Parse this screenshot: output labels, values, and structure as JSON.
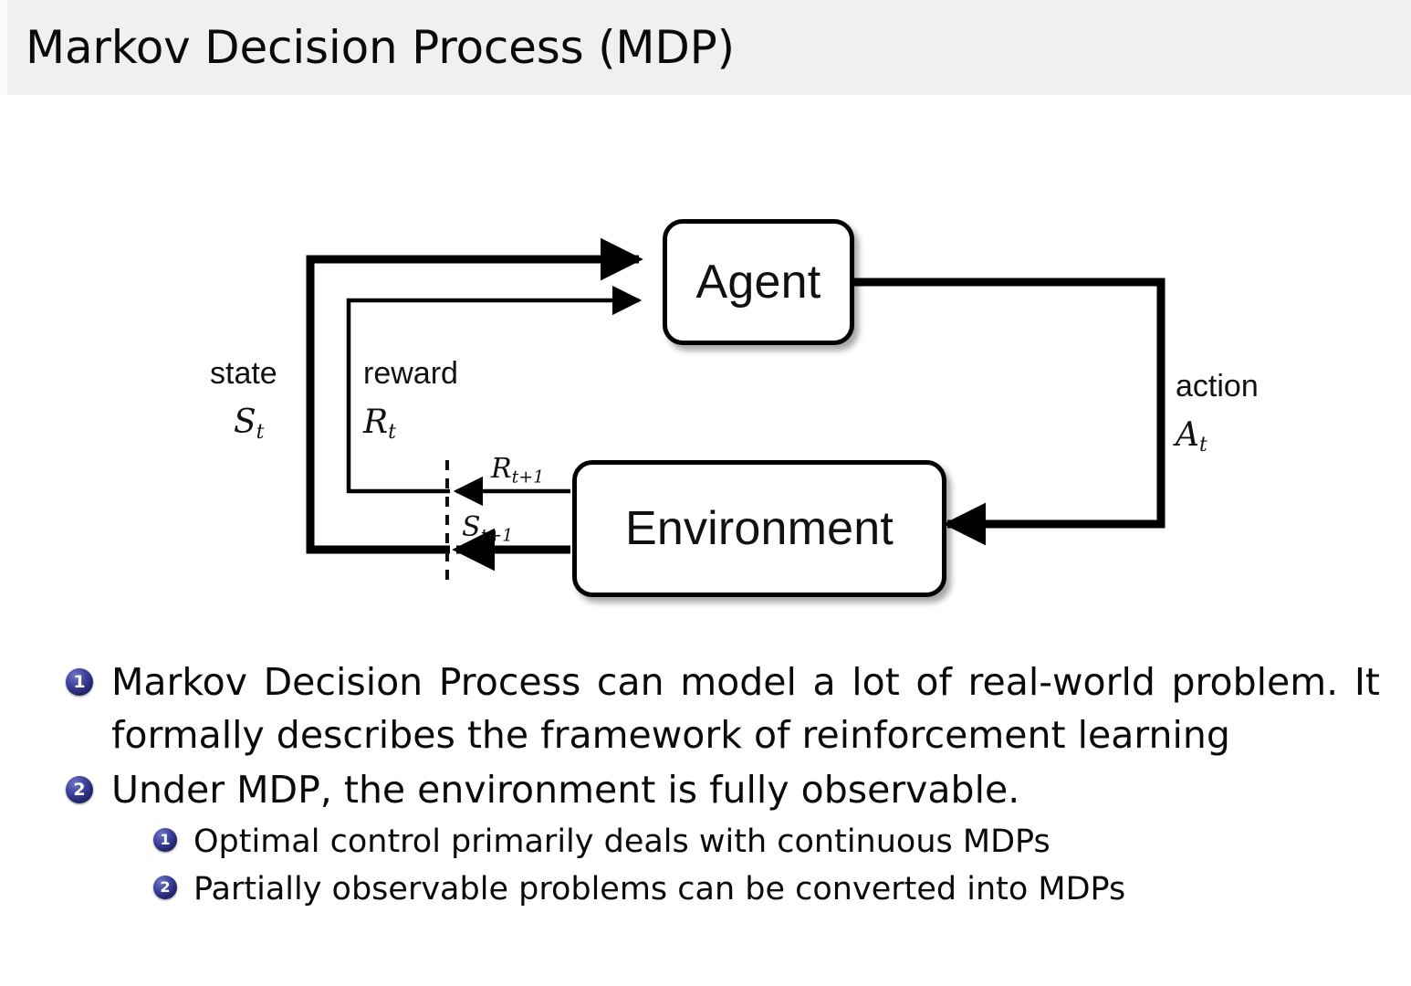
{
  "slide": {
    "title": "Markov Decision Process (MDP)"
  },
  "diagram": {
    "agent_node": "Agent",
    "environment_node": "Environment",
    "state_label": "state",
    "state_symbol": "S",
    "state_symbol_sub": "t",
    "reward_label": "reward",
    "reward_symbol": "R",
    "reward_symbol_sub": "t",
    "action_label": "action",
    "action_symbol": "A",
    "action_symbol_sub": "t",
    "next_reward_symbol": "R",
    "next_reward_sub": "t+1",
    "next_state_symbol": "S",
    "next_state_sub": "t+1"
  },
  "bullets": [
    {
      "number": "1",
      "text": "Markov Decision Process can model a lot of real-world problem. It formally describes the framework of reinforcement learning"
    },
    {
      "number": "2",
      "text": "Under MDP, the environment is fully observable.",
      "children": [
        {
          "number": "1",
          "text": "Optimal control primarily deals with continuous MDPs"
        },
        {
          "number": "2",
          "text": "Partially observable problems can be converted into MDPs"
        }
      ]
    }
  ],
  "colors": {
    "header_background": "#f0f0f0",
    "page_background": "#ffffff",
    "text": "#0a0a0a",
    "badge_navy": "#23276f",
    "diagram_stroke": "#000000"
  }
}
